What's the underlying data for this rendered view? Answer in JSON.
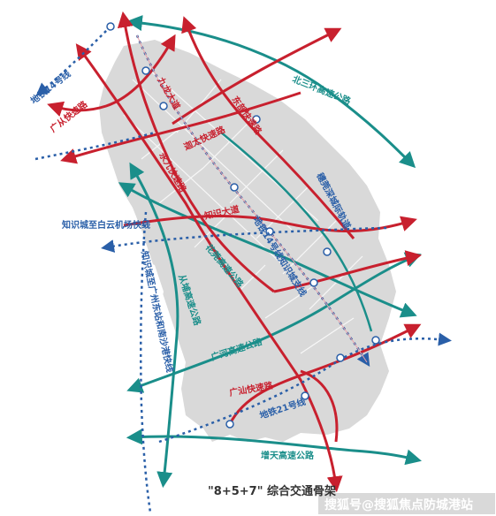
{
  "colors": {
    "expressway": "#c8202e",
    "highway": "#1a8e8a",
    "metro": "#2a5fa8",
    "land": "#d9d9d9",
    "background": "#ffffff"
  },
  "labels": {
    "metro14": "地铁14号线",
    "guangcong": "广从快速路",
    "jiulong": "九龙大道",
    "yongjiu": "永九快速路",
    "jiaotai": "迦太快速路",
    "dongbu": "东部快速路",
    "beisanhuan": "北三环高速公路",
    "zhishidadao": "知识大道",
    "baiyun_line": "知识城至白云机场快线",
    "dongzhan_line": "知识城至广州东站和南沙港快线",
    "huadong": "花莞高速公路",
    "conghua": "从埔高速公路",
    "metro14_branch": "地铁14号线知识城支线",
    "yuenan": "穗莞深城际轨道",
    "guanghe": "广河高速公路",
    "guangshan": "广汕快速路",
    "metro21": "地铁21号线",
    "zengtian": "增天高速公路"
  },
  "caption": "\"8+5+7\" 综合交通骨架",
  "watermark": "搜狐号@搜狐焦点防城港站"
}
